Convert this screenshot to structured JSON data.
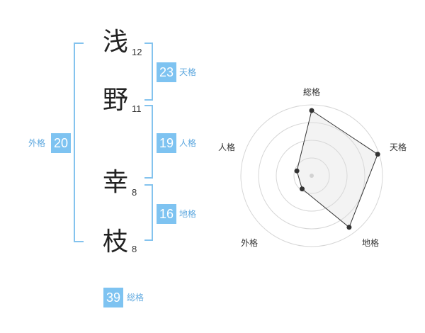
{
  "name": {
    "chars": [
      {
        "char": "浅",
        "strokes": "12"
      },
      {
        "char": "野",
        "strokes": "11"
      },
      {
        "char": "幸",
        "strokes": "8"
      },
      {
        "char": "枝",
        "strokes": "8"
      }
    ]
  },
  "scores": {
    "tenkaku": {
      "value": "23",
      "label": "天格"
    },
    "jinkaku": {
      "value": "19",
      "label": "人格"
    },
    "chikaku": {
      "value": "16",
      "label": "地格"
    },
    "gaikaku": {
      "value": "20",
      "label": "外格"
    },
    "soukaku": {
      "value": "39",
      "label": "総格"
    }
  },
  "colors": {
    "accent": "#7ec3f1",
    "bracket": "#84c3ee",
    "label": "#5ea8df"
  },
  "chart_data": {
    "type": "radar",
    "categories": [
      "総格",
      "天格",
      "地格",
      "外格",
      "人格"
    ],
    "values": [
      0.92,
      0.98,
      0.9,
      0.23,
      0.22
    ],
    "rings": 4,
    "range": [
      0,
      1
    ]
  }
}
